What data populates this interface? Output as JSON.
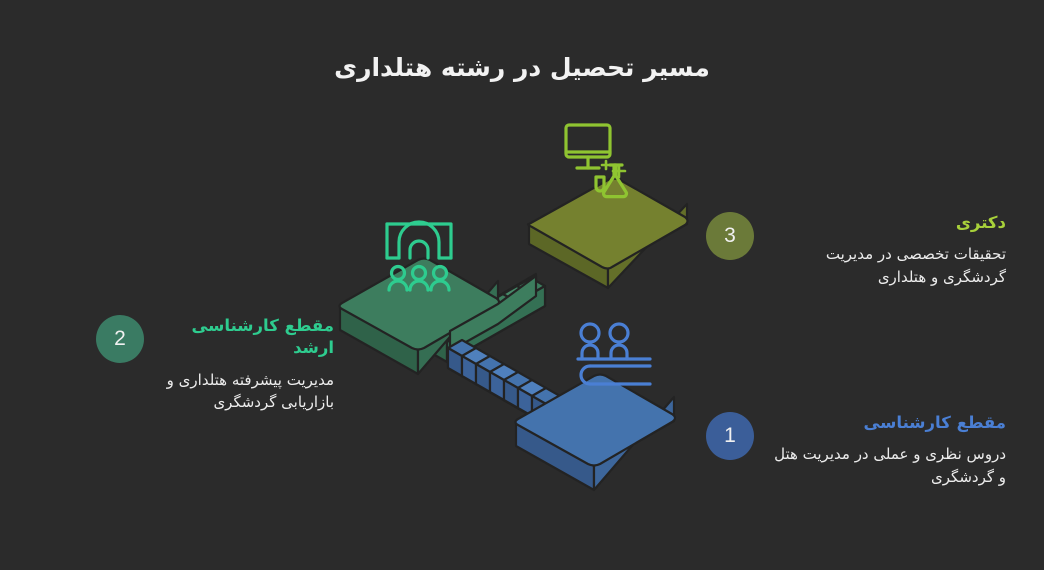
{
  "page": {
    "title": "مسیر تحصیل در رشته هتلداری",
    "background_color": "#2b2b2b",
    "title_color": "#f2f2f2"
  },
  "steps": [
    {
      "number": "3",
      "heading": "دکتری",
      "description": "تحقیقات تخصصی در مدیریت گردشگری و هتلداری",
      "badge_color": "#6b7a39",
      "heading_color": "#a8d13a",
      "platform_color": "#75812f",
      "icon": "monitor-flask-icon",
      "side": "right"
    },
    {
      "number": "2",
      "heading": "مقطع کارشناسی ارشد",
      "description": "مدیریت پیشرفته هتلداری و بازاریابی گردشگری",
      "badge_color": "#3a7b63",
      "heading_color": "#2ecc8f",
      "platform_color": "#3d7d5e",
      "icon": "lecture-screen-audience-icon",
      "side": "left"
    },
    {
      "number": "1",
      "heading": "مقطع کارشناسی",
      "description": "دروس نظری و عملی در مدیریت هتل و گردشگری",
      "badge_color": "#3b5e99",
      "heading_color": "#4a7fd4",
      "platform_color": "#4473ad",
      "icon": "students-desk-icon",
      "side": "right"
    }
  ],
  "artwork": {
    "type": "isometric-staircase",
    "stair_steps_upper": 7,
    "stair_steps_lower": 7,
    "outline_color": "#232323"
  }
}
